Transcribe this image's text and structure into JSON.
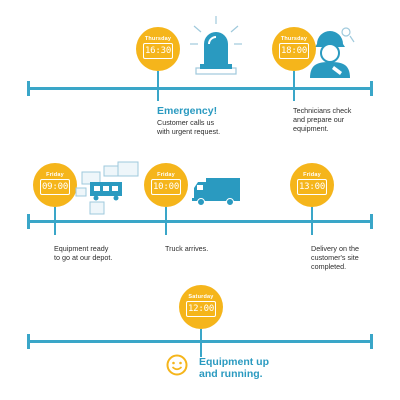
{
  "row1": {
    "events": [
      {
        "day": "Thursday",
        "time": "16:30",
        "title": "Emergency!",
        "caption": "Customer calls us\nwith urgent request."
      },
      {
        "day": "Thursday",
        "time": "18:00",
        "caption": "Technicians check\nand prepare our\nequipment."
      }
    ]
  },
  "row2": {
    "events": [
      {
        "day": "Friday",
        "time": "09:00",
        "caption": "Equipment ready\nto go at our depot."
      },
      {
        "day": "Friday",
        "time": "10:00",
        "caption": "Truck arrives."
      },
      {
        "day": "Friday",
        "time": "13:00",
        "caption": "Delivery on the\ncustomer's site\ncompleted."
      }
    ]
  },
  "row3": {
    "events": [
      {
        "day": "Saturday",
        "time": "12:00",
        "caption": "Equipment up\nand running."
      }
    ]
  },
  "colors": {
    "accent_yellow": "#f5b51b",
    "timeline_blue": "#3aa6c8",
    "title_blue": "#2a9ac0"
  },
  "icons": [
    "alarm-light-icon",
    "technician-icon",
    "depot-equipment-icon",
    "truck-icon",
    "smiley-icon"
  ]
}
